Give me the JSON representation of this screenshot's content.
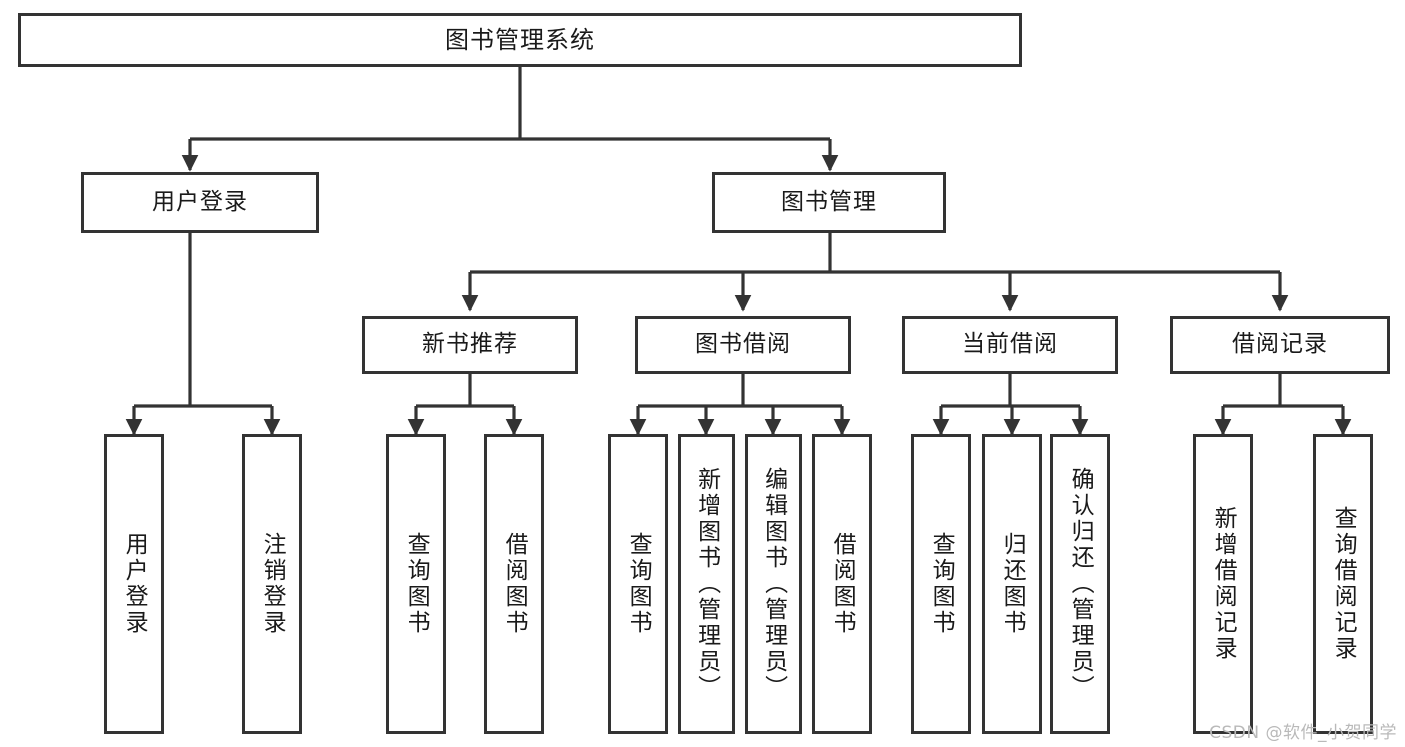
{
  "diagram": {
    "title": "图书管理系统",
    "type": "tree-hierarchy-diagram",
    "watermark": "CSDN @软件_小贺同学",
    "colors": {
      "stroke": "#333333",
      "fill": "#ffffff",
      "text": "#1a1a1a",
      "watermark": "#b9b9b9"
    },
    "nodes": {
      "root": {
        "label": "图书管理系统"
      },
      "level2": [
        {
          "label": "用户登录"
        },
        {
          "label": "图书管理"
        }
      ],
      "level3": [
        {
          "label": "新书推荐"
        },
        {
          "label": "图书借阅"
        },
        {
          "label": "当前借阅"
        },
        {
          "label": "借阅记录"
        }
      ],
      "leaves": {
        "user_login": [
          {
            "label": "用户登录"
          },
          {
            "label": "注销登录"
          }
        ],
        "new_book": [
          {
            "label": "查询图书"
          },
          {
            "label": "借阅图书"
          }
        ],
        "book_borrow": [
          {
            "label": "查询图书"
          },
          {
            "label": "新增图书（管理员）"
          },
          {
            "label": "编辑图书（管理员）"
          },
          {
            "label": "借阅图书"
          }
        ],
        "current_borrow": [
          {
            "label": "查询图书"
          },
          {
            "label": "归还图书"
          },
          {
            "label": "确认归还（管理员）"
          }
        ],
        "borrow_record": [
          {
            "label": "新增借阅记录"
          },
          {
            "label": "查询借阅记录"
          }
        ]
      }
    }
  }
}
